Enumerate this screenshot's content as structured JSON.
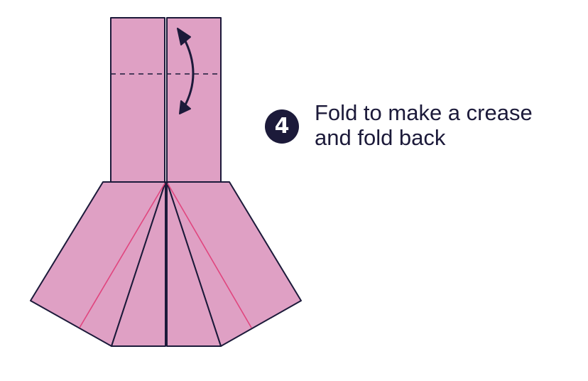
{
  "step": {
    "number": "4",
    "lines": [
      "Fold to make a crease",
      "and fold back"
    ]
  },
  "colors": {
    "paper": "#dfa0c4",
    "outline": "#1c1a3a",
    "crease": "#e0457e",
    "text": "#1c1a3a",
    "badge": "#1c1a3a"
  },
  "icons": {
    "arrow": "double-headed-curved-arrow",
    "fold_line": "dashed-valley-fold-line"
  }
}
